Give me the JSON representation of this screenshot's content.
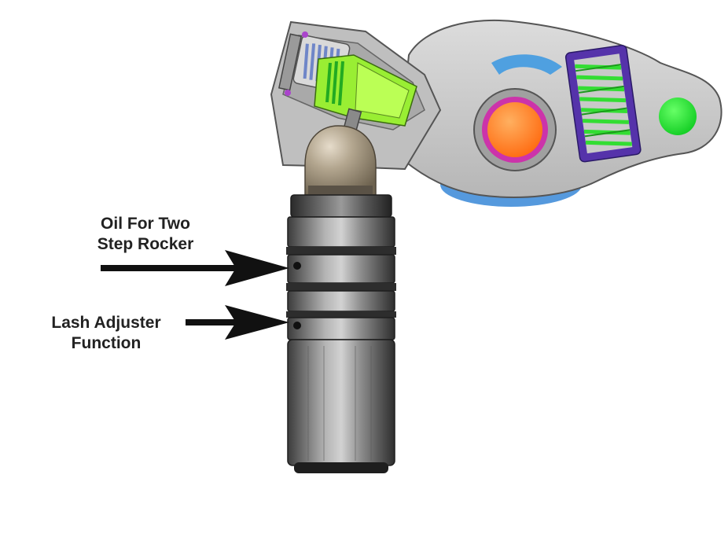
{
  "labels": {
    "oil_line1": "Oil For Two",
    "oil_line2": "Step Rocker",
    "lash_line1": "Lash Adjuster",
    "lash_line2": "Function"
  },
  "colors": {
    "body_gray": "#bcbcbc",
    "body_dark": "#6f6f6f",
    "pivot_tan": "#a89a82",
    "spring_blue": "#6f86c8",
    "spring_green": "#33dd33",
    "latch_green": "#99ee33",
    "pin_orange": "#ff7a1a",
    "ring_magenta": "#cc33aa",
    "retainer_indigo": "#5533aa",
    "hub_blue": "#5599dd",
    "arrow_black": "#111111"
  },
  "icons": {
    "arrow": "arrow-right-icon"
  }
}
